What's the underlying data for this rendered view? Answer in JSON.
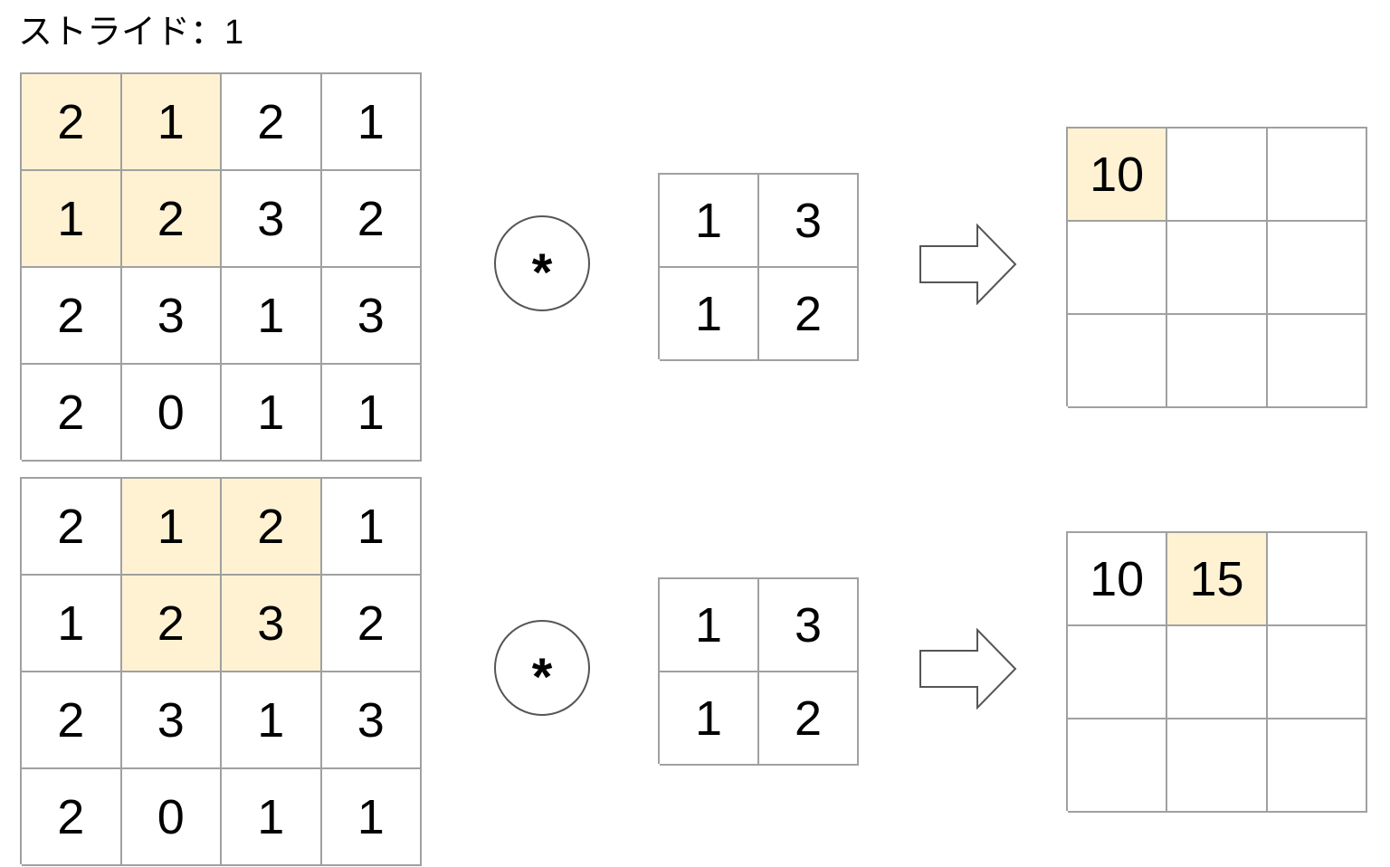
{
  "title": "ストライド：1",
  "operator_symbol": "*",
  "highlight_color": "#fff2d2",
  "grid_line_color": "#a0a0a0",
  "icons": {
    "operator": "convolution-operator-icon",
    "arrow": "right-arrow-icon"
  },
  "panels": [
    {
      "input": [
        [
          "2",
          "1",
          "2",
          "1"
        ],
        [
          "1",
          "2",
          "3",
          "2"
        ],
        [
          "2",
          "3",
          "1",
          "3"
        ],
        [
          "2",
          "0",
          "1",
          "1"
        ]
      ],
      "input_highlight": [
        [
          0,
          0
        ],
        [
          0,
          1
        ],
        [
          1,
          0
        ],
        [
          1,
          1
        ]
      ],
      "kernel": [
        [
          "1",
          "3"
        ],
        [
          "1",
          "2"
        ]
      ],
      "output": [
        [
          "10",
          "",
          ""
        ],
        [
          "",
          "",
          ""
        ],
        [
          "",
          "",
          ""
        ]
      ],
      "output_highlight": [
        [
          0,
          0
        ]
      ]
    },
    {
      "input": [
        [
          "2",
          "1",
          "2",
          "1"
        ],
        [
          "1",
          "2",
          "3",
          "2"
        ],
        [
          "2",
          "3",
          "1",
          "3"
        ],
        [
          "2",
          "0",
          "1",
          "1"
        ]
      ],
      "input_highlight": [
        [
          0,
          1
        ],
        [
          0,
          2
        ],
        [
          1,
          1
        ],
        [
          1,
          2
        ]
      ],
      "kernel": [
        [
          "1",
          "3"
        ],
        [
          "1",
          "2"
        ]
      ],
      "output": [
        [
          "10",
          "15",
          ""
        ],
        [
          "",
          "",
          ""
        ],
        [
          "",
          "",
          ""
        ]
      ],
      "output_highlight": [
        [
          0,
          1
        ]
      ]
    }
  ]
}
